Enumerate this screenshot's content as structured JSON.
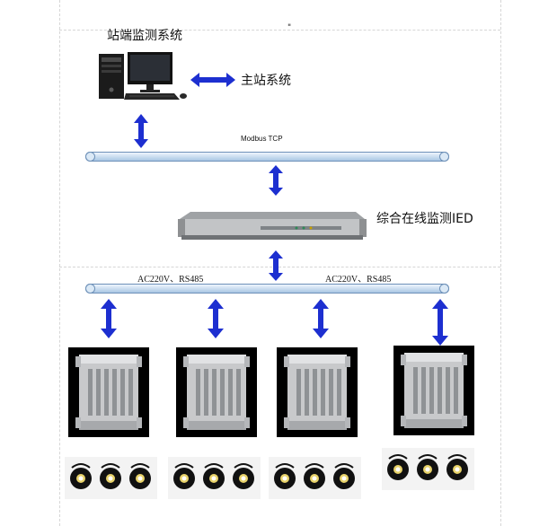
{
  "diagram": {
    "station_label": "站端监测系统",
    "master_label": "主站系统",
    "bus_top_label": "Modbus TCP",
    "ied_label": "综合在线监测IED",
    "bus_bottom_label_left": "AC220V、RS485",
    "bus_bottom_label_right": "AC220V、RS485",
    "stray_mark": "\""
  },
  "colors": {
    "arrow": "#1d2fd0",
    "bus_edge": "#6d90b8",
    "device_bg": "#000000"
  }
}
